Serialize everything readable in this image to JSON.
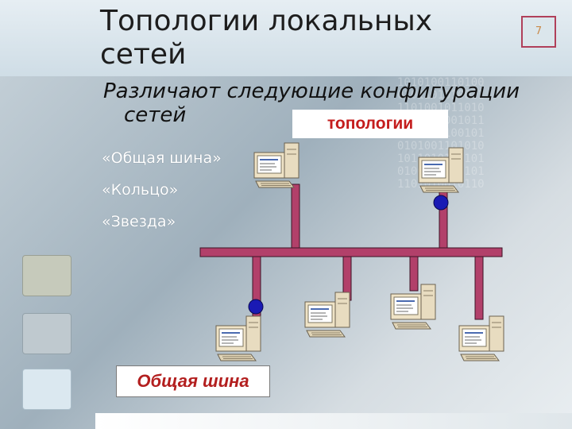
{
  "slide": {
    "title_line1": "Топологии локальных",
    "title_line2": "сетей",
    "page_number": "7",
    "subtitle_line1": "Различают следующие конфигурации",
    "subtitle_line2": "сетей",
    "callout": "топологии",
    "bullets": [
      "«Общая шина»",
      "«Кольцо»",
      "«Звезда»"
    ],
    "diagram_label": "Общая шина"
  },
  "colors": {
    "bus": "#b2406a",
    "terminator": "#1a1ab4",
    "callout_text": "#c41d1d",
    "label_text": "#b31f1f"
  }
}
